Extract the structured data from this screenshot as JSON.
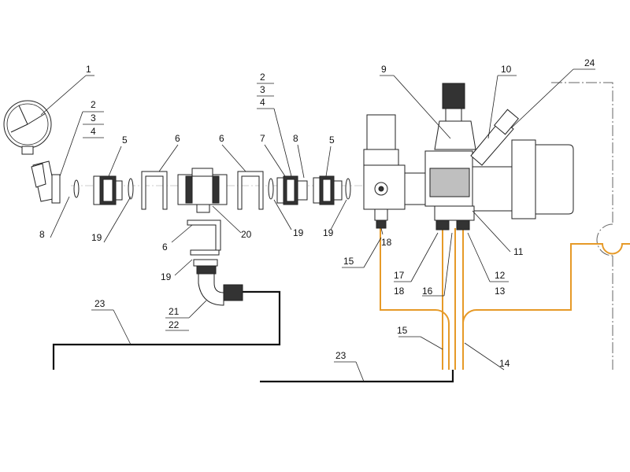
{
  "colors": {
    "line": "#222222",
    "pipe": "#111111",
    "hose": "#e69a28",
    "frame": "#666666"
  },
  "labels": {
    "n1": "1",
    "n2": "2",
    "n3": "3",
    "n4": "4",
    "n5": "5",
    "n6": "6",
    "n7": "7",
    "n8": "8",
    "n9": "9",
    "n10": "10",
    "n11": "11",
    "n12": "12",
    "n13": "13",
    "n14": "14",
    "n15": "15",
    "n16": "16",
    "n17": "17",
    "n18": "18",
    "n19": "19",
    "n20": "20",
    "n21": "21",
    "n22": "22",
    "n23": "23",
    "n24": "24"
  }
}
